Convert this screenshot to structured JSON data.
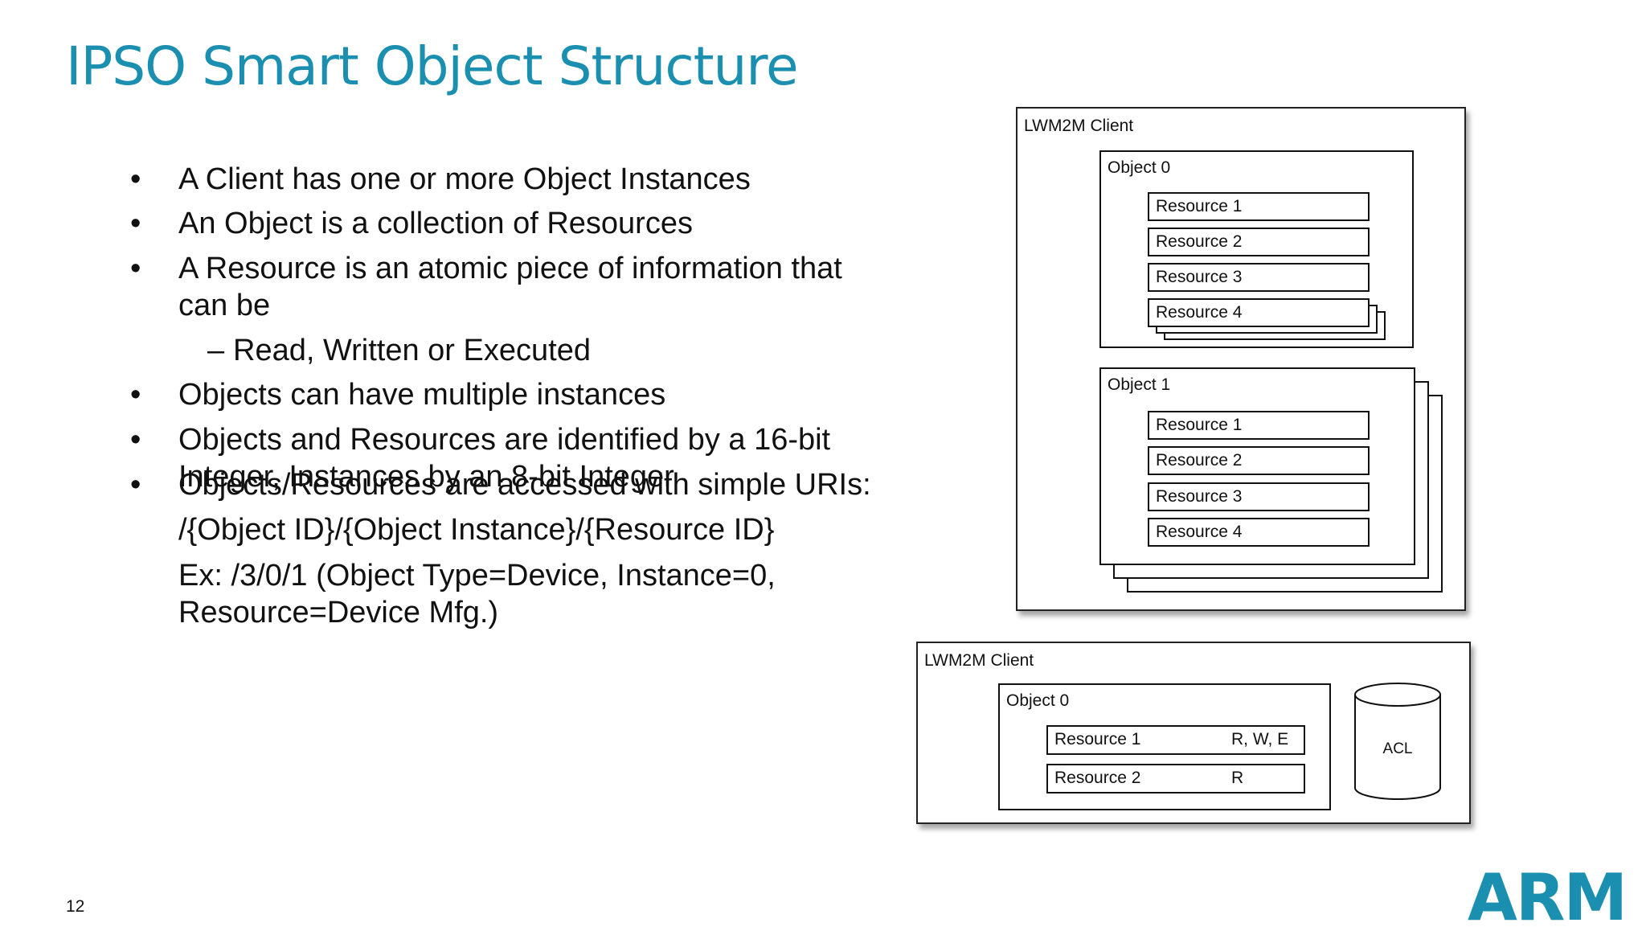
{
  "title": "IPSO Smart Object Structure",
  "bullets": [
    "A Client has one or more Object Instances",
    "An Object is a collection of Resources",
    "A Resource is an atomic piece of information that can be",
    "Read, Written or Executed",
    "Objects can have multiple instances",
    "Objects and Resources are identified by a 16-bit Integer, Instances by an 8-bit Integer",
    "Objects/Resources are accessed with simple URIs:",
    "/{Object ID}/{Object Instance}/{Resource ID}",
    "Ex: /3/0/1 (Object Type=Device, Instance=0, Resource=Device Mfg.)"
  ],
  "diagram1": {
    "client_label": "LWM2M Client",
    "object0": {
      "label": "Object 0",
      "resources": [
        "Resource 1",
        "Resource 2",
        "Resource 3",
        "Resource 4"
      ]
    },
    "object1": {
      "label": "Object 1",
      "resources": [
        "Resource 1",
        "Resource 2",
        "Resource 3",
        "Resource 4"
      ]
    }
  },
  "diagram2": {
    "client_label": "LWM2M Client",
    "object_label": "Object 0",
    "resources": [
      {
        "name": "Resource 1",
        "perm": "R, W, E"
      },
      {
        "name": "Resource 2",
        "perm": "R"
      }
    ],
    "acl_label": "ACL"
  },
  "page_number": "12",
  "logo_text": "ARM",
  "colors": {
    "accent": "#1b8fb0"
  }
}
